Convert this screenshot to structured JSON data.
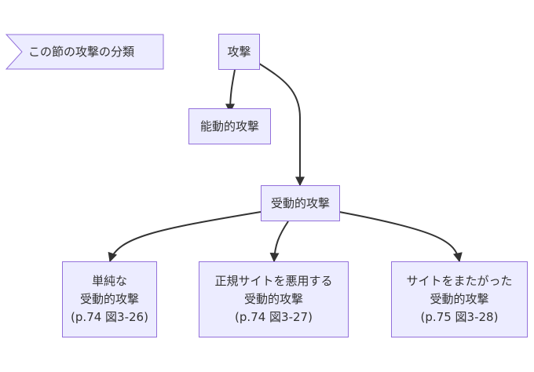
{
  "section_flag": {
    "label": "この節の攻撃の分類"
  },
  "nodes": {
    "attack": {
      "label": "攻撃"
    },
    "active_attack": {
      "label": "能動的攻撃"
    },
    "passive_attack": {
      "label": "受動的攻撃"
    },
    "simple_passive": {
      "lines": [
        "単純な",
        "受動的攻撃",
        "(p.74 図3-26)"
      ]
    },
    "legit_site_abuse": {
      "lines": [
        "正規サイトを悪用する",
        "受動的攻撃",
        "(p.74 図3-27)"
      ]
    },
    "cross_site": {
      "lines": [
        "サイトをまたがった",
        "受動的攻撃",
        "(p.75 図3-28)"
      ]
    }
  },
  "colors": {
    "node_fill": "#ECECFF",
    "node_border": "#9370DB",
    "edge": "#333333",
    "text": "#333333"
  }
}
